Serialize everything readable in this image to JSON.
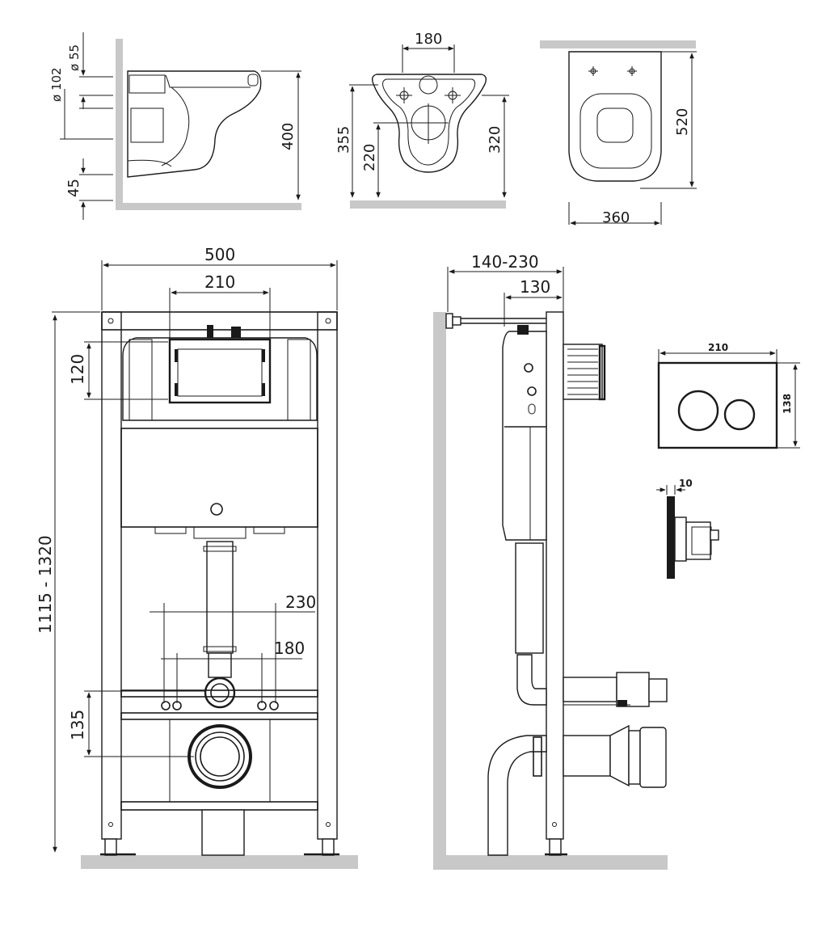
{
  "colors": {
    "line": "#1a1a1a",
    "wall": "#c8c8c8",
    "background": "#ffffff"
  },
  "bowl_side": {
    "dia_55": "ø 55",
    "dia_102": "ø 102",
    "height_400": "400",
    "dim_45": "45"
  },
  "bowl_front": {
    "width_180": "180",
    "height_355": "355",
    "height_220": "220",
    "height_320": "320"
  },
  "bowl_top": {
    "depth_520": "520",
    "width_360": "360"
  },
  "frame_front": {
    "width_500": "500",
    "width_210": "210",
    "height_120": "120",
    "height_range": "1115 - 1320",
    "spacing_230": "230",
    "spacing_180": "180",
    "height_135": "135"
  },
  "frame_side": {
    "depth_range": "140-230",
    "depth_130": "130"
  },
  "flush_plate": {
    "width_210": "210",
    "height_138": "138",
    "thickness_10": "10"
  }
}
